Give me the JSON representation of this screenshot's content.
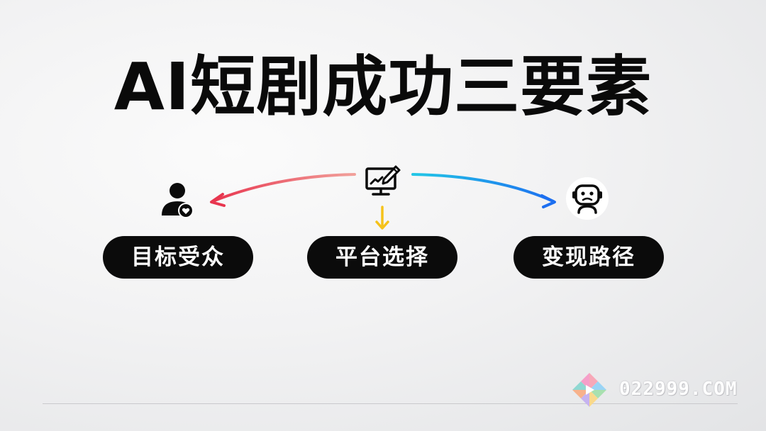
{
  "title": "AI短剧成功三要素",
  "nodes": [
    {
      "label": "目标受众",
      "icon": "person-heart-icon"
    },
    {
      "label": "平台选择",
      "icon": "monitor-pen-icon"
    },
    {
      "label": "变现路径",
      "icon": "robot-face-icon"
    }
  ],
  "connectors": {
    "left_gradient": [
      "#e8364f",
      "#f1a19b"
    ],
    "right_gradient": [
      "#22c7e6",
      "#1d6ff0"
    ],
    "down_color": "#f5c21a"
  },
  "watermark": {
    "text": "022999.COM",
    "icon": "colorful-pinwheel-logo-icon"
  }
}
